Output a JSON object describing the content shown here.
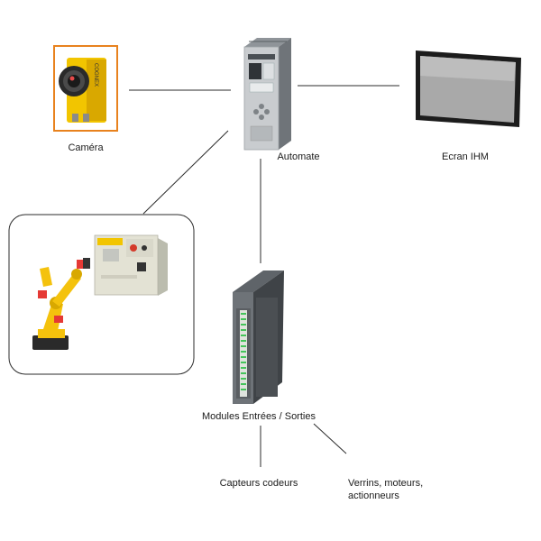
{
  "labels": {
    "camera": "Caméra",
    "plc": "Automate",
    "hmi": "Ecran IHM",
    "io_modules": "Modules Entrées / Sorties",
    "sensors": "Capteurs codeurs",
    "actuators_line1": "Verrins, moteurs,",
    "actuators_line2": "actionneurs"
  },
  "icons": {
    "camera": "industrial-camera-icon",
    "plc": "plc-cpu-icon",
    "hmi": "touch-panel-icon",
    "robot": "industrial-robot-icon",
    "robot_controller": "robot-controller-cabinet-icon",
    "io_module": "io-module-icon"
  },
  "colors": {
    "camera_frame": "#e8821e",
    "camera_body": "#f2c500",
    "robot_yellow": "#f4c20d",
    "device_gray": "#c9cccf",
    "line": "#2b2b2b"
  }
}
